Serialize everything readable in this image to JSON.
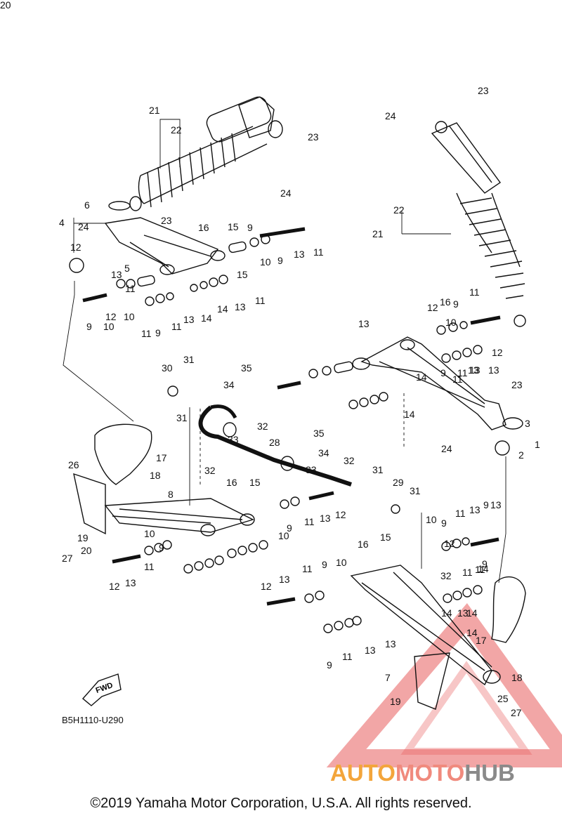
{
  "diagram_code": "B5H1110-U290",
  "fwd_label": "FWD",
  "copyright": "©2019 Yamaha Motor Corporation, U.S.A. All rights reserved.",
  "watermark": {
    "part1": "AUTO",
    "part2": "MOTO",
    "part3": "HUB"
  },
  "colors": {
    "ink": "#111111",
    "watermark_triangle": "#e85c5c",
    "watermark_auto": "#f3a53b",
    "watermark_moto": "#f08a7d",
    "watermark_hub": "#8a8a8a"
  },
  "labels": [
    "21",
    "22",
    "23",
    "24",
    "23",
    "24",
    "22",
    "21",
    "6",
    "4",
    "24",
    "23",
    "16",
    "15",
    "13",
    "12",
    "5",
    "10",
    "11",
    "10",
    "9",
    "12",
    "13",
    "11",
    "9",
    "11",
    "13",
    "14",
    "14",
    "13",
    "11",
    "9",
    "15",
    "10",
    "9",
    "11",
    "13",
    "12",
    "16",
    "10",
    "11",
    "9",
    "12",
    "13",
    "9",
    "11",
    "13",
    "14",
    "14",
    "13",
    "11",
    "23",
    "30",
    "31",
    "35",
    "34",
    "31",
    "32",
    "33",
    "28",
    "35",
    "34",
    "32",
    "33",
    "3",
    "1",
    "24",
    "2",
    "26",
    "17",
    "18",
    "8",
    "32",
    "16",
    "15",
    "19",
    "27",
    "20",
    "10",
    "9",
    "11",
    "13",
    "12",
    "10",
    "9",
    "11",
    "13",
    "12",
    "31",
    "29",
    "31",
    "9",
    "10",
    "11",
    "13",
    "9",
    "12",
    "13",
    "11",
    "14",
    "14",
    "13",
    "11",
    "9",
    "16",
    "15",
    "11",
    "9",
    "10",
    "12",
    "13",
    "32",
    "13",
    "14",
    "9",
    "11",
    "13",
    "14",
    "17",
    "18",
    "7",
    "25",
    "19",
    "27",
    "20"
  ]
}
